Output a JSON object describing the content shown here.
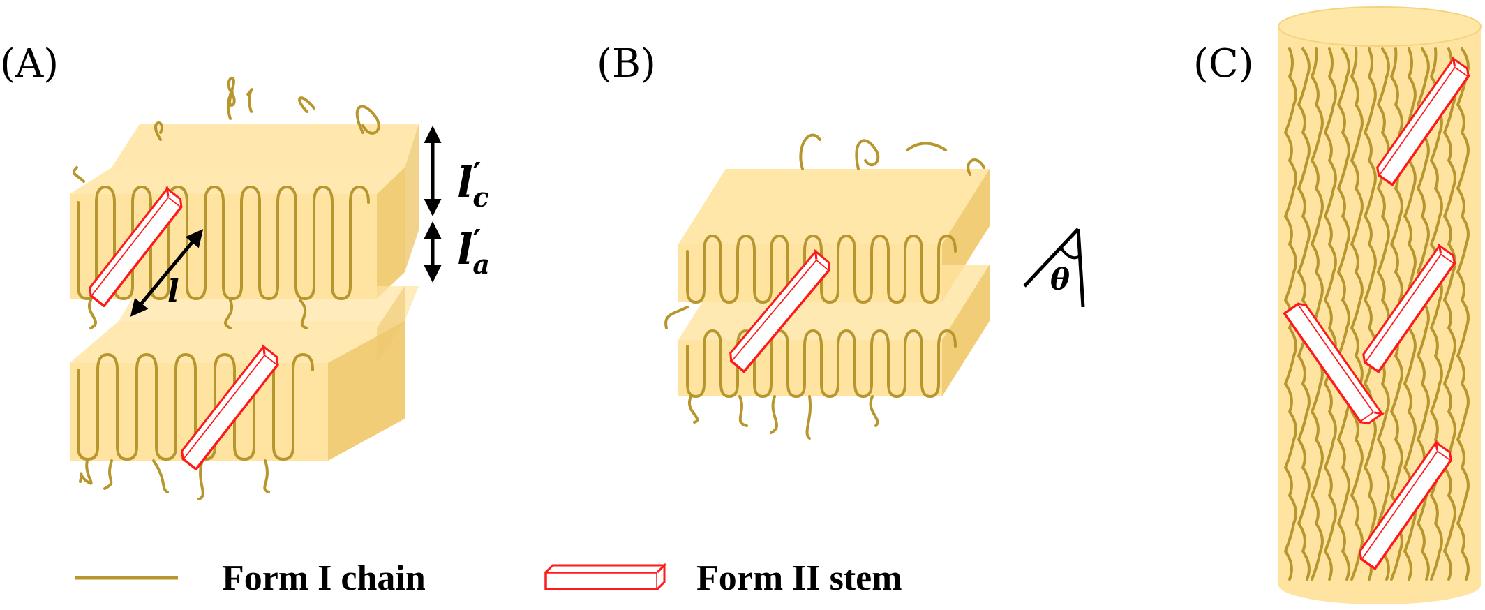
{
  "panels": [
    {
      "id": "A",
      "label": "(A)"
    },
    {
      "id": "B",
      "label": "(B)"
    },
    {
      "id": "C",
      "label": "(C)"
    }
  ],
  "dimensions": {
    "lc": {
      "base": "l",
      "prime": "′",
      "sub": "c"
    },
    "la": {
      "base": "l",
      "prime": "′",
      "sub": "a"
    },
    "l": "l",
    "theta": "θ"
  },
  "legend": {
    "chain_label": "Form I chain",
    "stem_label": "Form II stem"
  },
  "colors": {
    "lamella_face": "#FFE3A0",
    "lamella_side": "#F2CD78",
    "lamella_edge": "#F5D27E",
    "chain": "#B8962E",
    "stem": "#FF1A1A",
    "text": "#000000"
  }
}
